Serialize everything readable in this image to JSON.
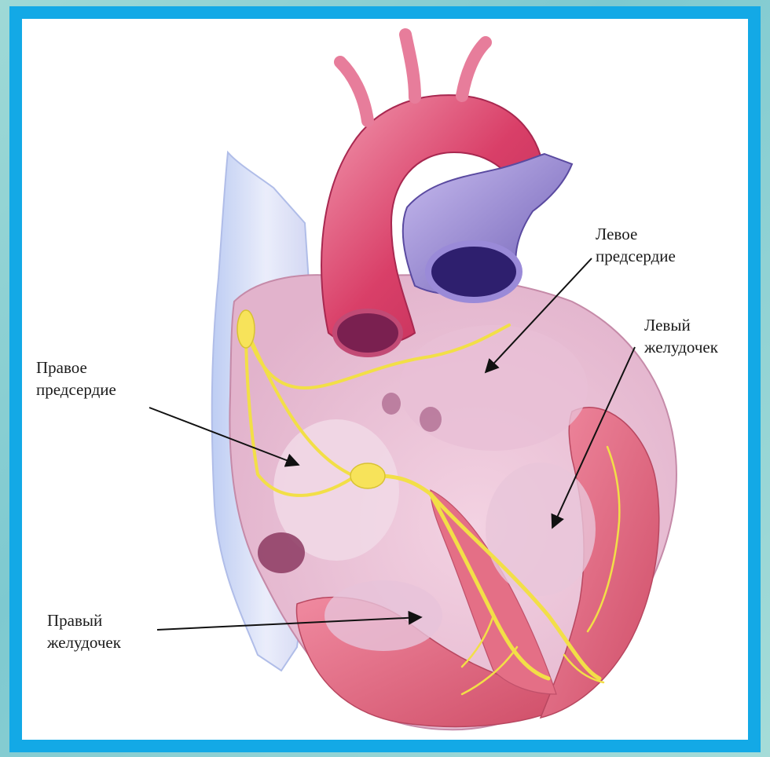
{
  "labels": {
    "left_atrium": {
      "line1": "Левое",
      "line2": "предсердие"
    },
    "left_ventricle": {
      "line1": "Левый",
      "line2": "желудочек"
    },
    "right_atrium": {
      "line1": "Правое",
      "line2": "предсердие"
    },
    "right_ventricle": {
      "line1": "Правый",
      "line2": "желудочек"
    }
  },
  "colors": {
    "frame_border": "#13a9e6",
    "conduction_system": "#f2df47",
    "myocardium": "#d9586f",
    "aorta": "#d23d64",
    "pulmonary_vein": "#8a78c8"
  }
}
